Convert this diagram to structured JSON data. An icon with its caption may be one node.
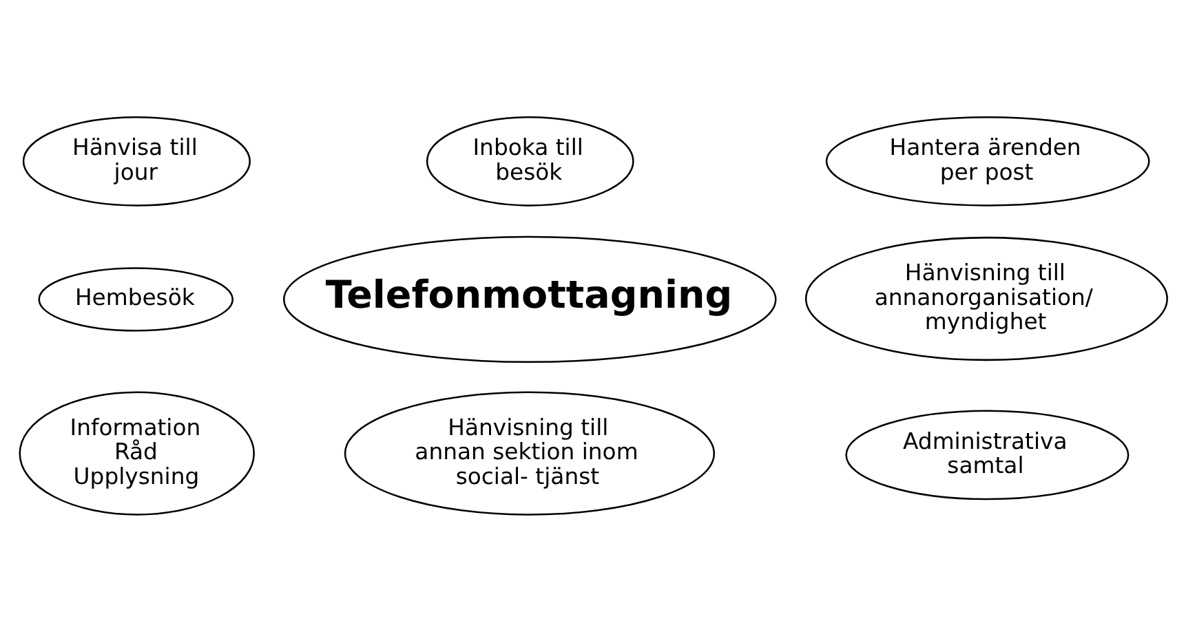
{
  "diagram": {
    "nodes": [
      {
        "text": [
          "Inboka till besök"
        ]
      },
      {
        "text": [
          "Hänvisa till jour"
        ]
      },
      {
        "text": [
          "Hantera ärenden per post"
        ]
      },
      {
        "text": [
          "Hänvisning till annanorganisation/ myndighet"
        ]
      },
      {
        "text": [
          "Hembesök"
        ]
      },
      {
        "text": [
          "Telefonmottagning"
        ]
      },
      {
        "text": [
          "Information Råd Upplysning"
        ]
      },
      {
        "text": [
          "Administrativa samtal"
        ]
      },
      {
        "text": [
          "Hänvisning till annan sektion inom social- tjänst"
        ]
      }
    ]
  }
}
